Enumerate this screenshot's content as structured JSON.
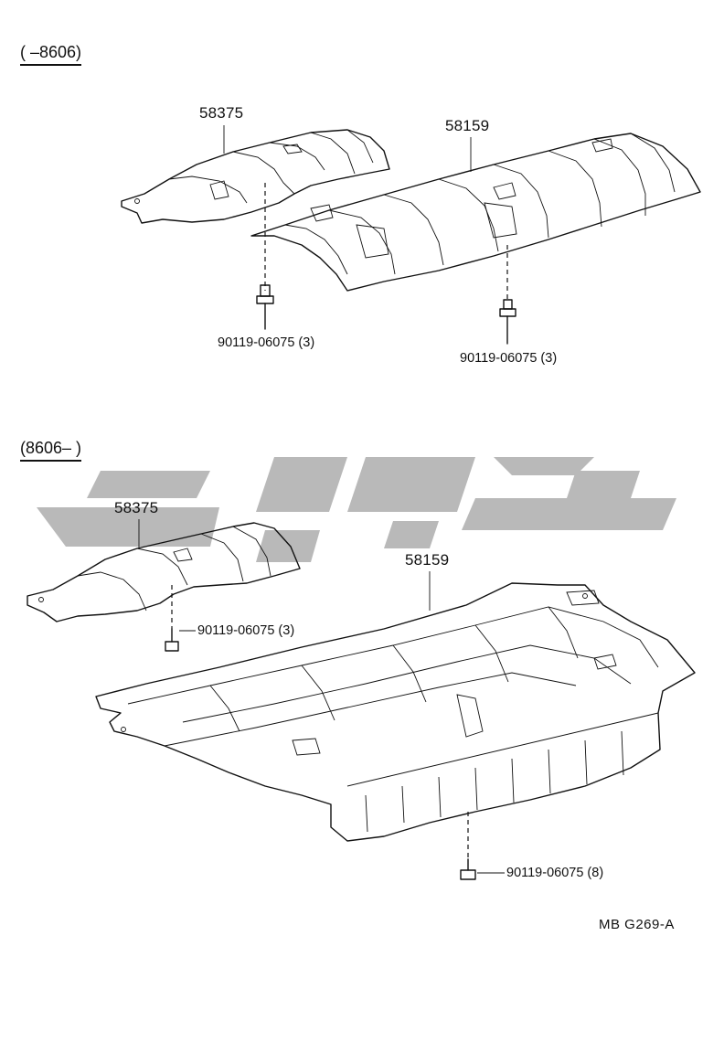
{
  "sections": {
    "top_range": "(        –8606)",
    "bottom_range": "(8606–        )"
  },
  "top": {
    "part_a": "58375",
    "part_b": "58159",
    "bolt_a": "90119-06075 (3)",
    "bolt_b": "90119-06075 (3)"
  },
  "bottom": {
    "part_a": "58375",
    "part_b": "58159",
    "bolt_a": "90119-06075 (3)",
    "bolt_b": "90119-06075 (8)"
  },
  "figure_ref": "MB  G269-A"
}
